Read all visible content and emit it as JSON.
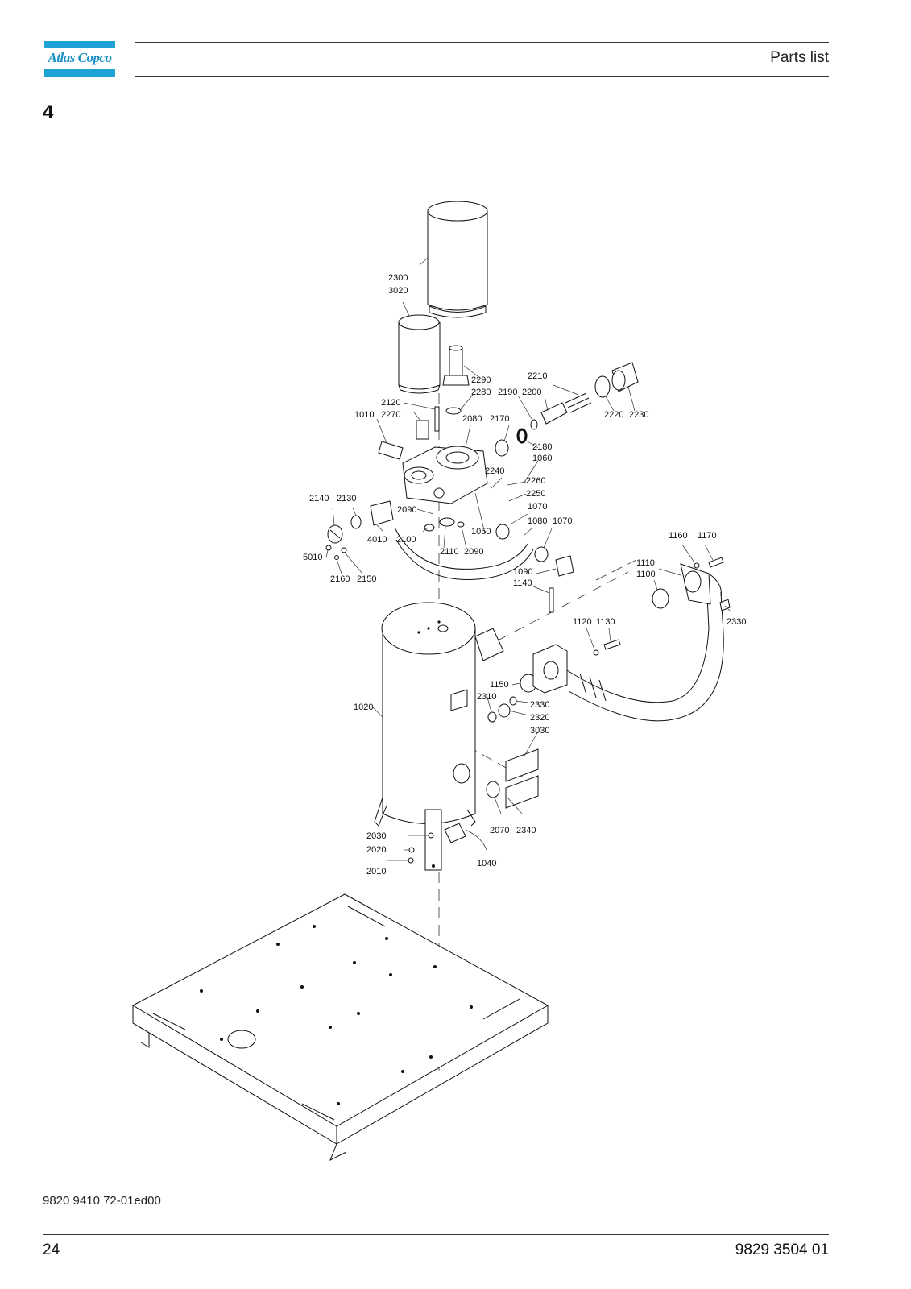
{
  "brand": {
    "logo_text": "Atlas Copco"
  },
  "header": {
    "title": "Parts list"
  },
  "section": {
    "number": "4"
  },
  "drawing": {
    "callouts": [
      "2300",
      "3020",
      "2290",
      "2280",
      "2210",
      "2190",
      "2200",
      "2220",
      "2230",
      "2120",
      "2270",
      "1010",
      "2080",
      "2170",
      "2180",
      "1060",
      "2240",
      "2260",
      "2250",
      "2140",
      "2130",
      "2090",
      "1050",
      "1070",
      "1080",
      "1070",
      "4010",
      "2100",
      "2110",
      "2090",
      "5010",
      "2160",
      "2150",
      "1160",
      "1170",
      "1110",
      "1100",
      "1090",
      "1140",
      "2330",
      "1120",
      "1130",
      "1150",
      "2310",
      "2330",
      "2320",
      "1020",
      "3030",
      "2070",
      "2340",
      "2030",
      "2020",
      "2010",
      "1040"
    ]
  },
  "footer": {
    "doc_ref": "9820 9410 72-01ed00",
    "page_number": "24",
    "part_number": "9829 3504 01"
  }
}
